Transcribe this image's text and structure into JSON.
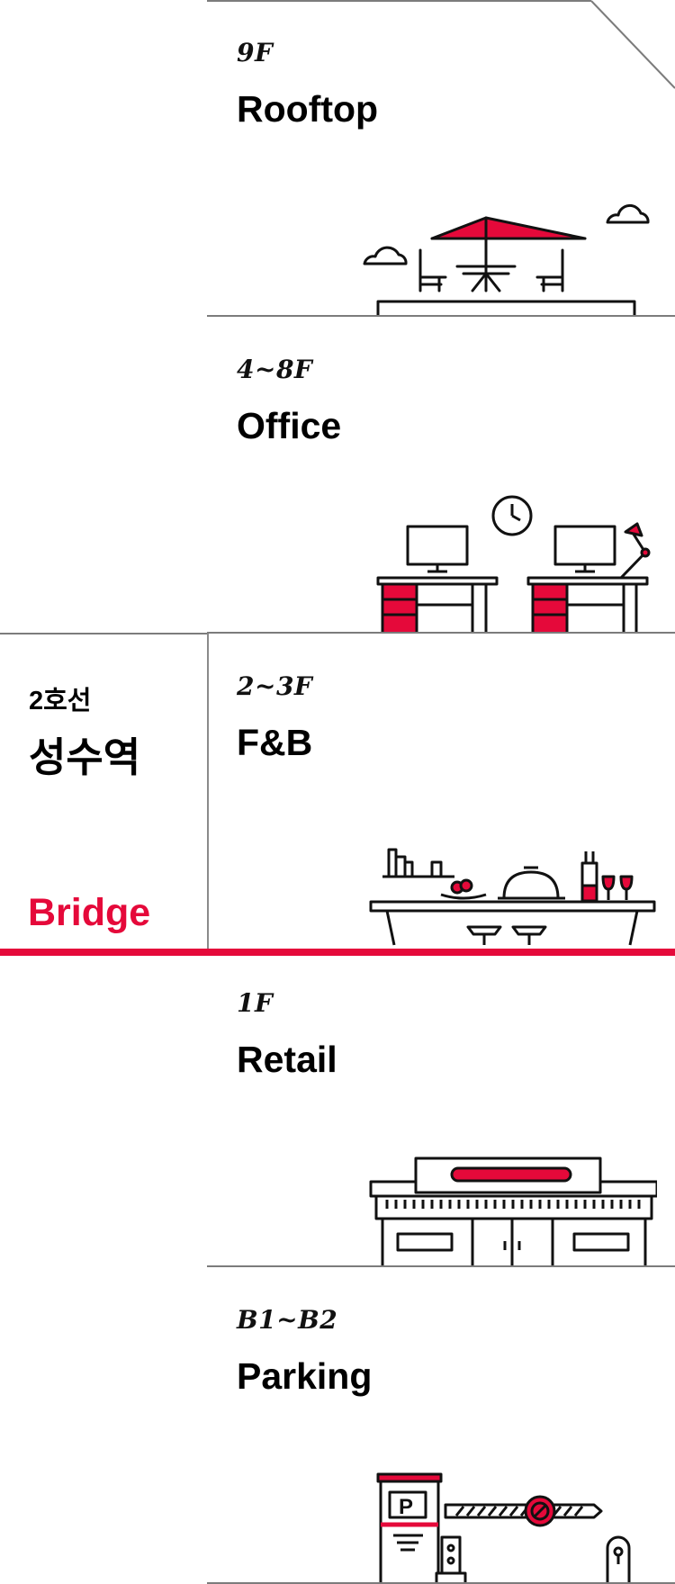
{
  "accent_color": "#e5093a",
  "floors": [
    {
      "level": "9F",
      "name": "Rooftop",
      "icon": "rooftop-terrace-icon"
    },
    {
      "level": "4~8F",
      "name": "Office",
      "icon": "office-desks-icon"
    },
    {
      "level": "2~3F",
      "name": "F&B",
      "icon": "dining-counter-icon"
    },
    {
      "level": "1F",
      "name": "Retail",
      "icon": "storefront-icon"
    },
    {
      "level": "B1~B2",
      "name": "Parking",
      "icon": "parking-gate-icon"
    }
  ],
  "station": {
    "line": "2호선",
    "name": "성수역",
    "bridge_label": "Bridge"
  }
}
